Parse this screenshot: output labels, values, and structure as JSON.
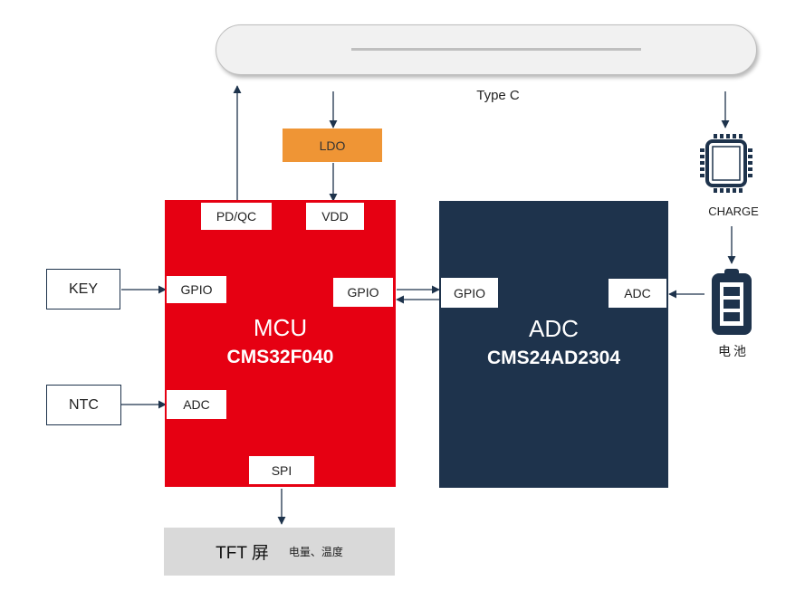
{
  "colors": {
    "mcu_red": "#e60012",
    "adc_navy": "#1e334c",
    "ldo_orange": "#ef9535",
    "tft_gray": "#d9d9d9",
    "connector_gray": "#f1f1f1",
    "line_navy": "#1e334c"
  },
  "typec": {
    "label": "Type C"
  },
  "ldo": {
    "label": "LDO"
  },
  "mcu": {
    "name": "MCU",
    "part": "CMS32F040",
    "pins": {
      "pdqc": "PD/QC",
      "vdd": "VDD",
      "gpio_left": "GPIO",
      "gpio_right": "GPIO",
      "adc": "ADC",
      "spi": "SPI"
    }
  },
  "adc": {
    "name": "ADC",
    "part": "CMS24AD2304",
    "pins": {
      "gpio": "GPIO",
      "adc": "ADC"
    }
  },
  "inputs": {
    "key": "KEY",
    "ntc": "NTC"
  },
  "charge": {
    "label": "CHARGE",
    "icon": "chip-icon"
  },
  "battery": {
    "label": "电池",
    "icon": "battery-icon"
  },
  "tft": {
    "label": "TFT 屏",
    "sub": "电量、温度"
  }
}
